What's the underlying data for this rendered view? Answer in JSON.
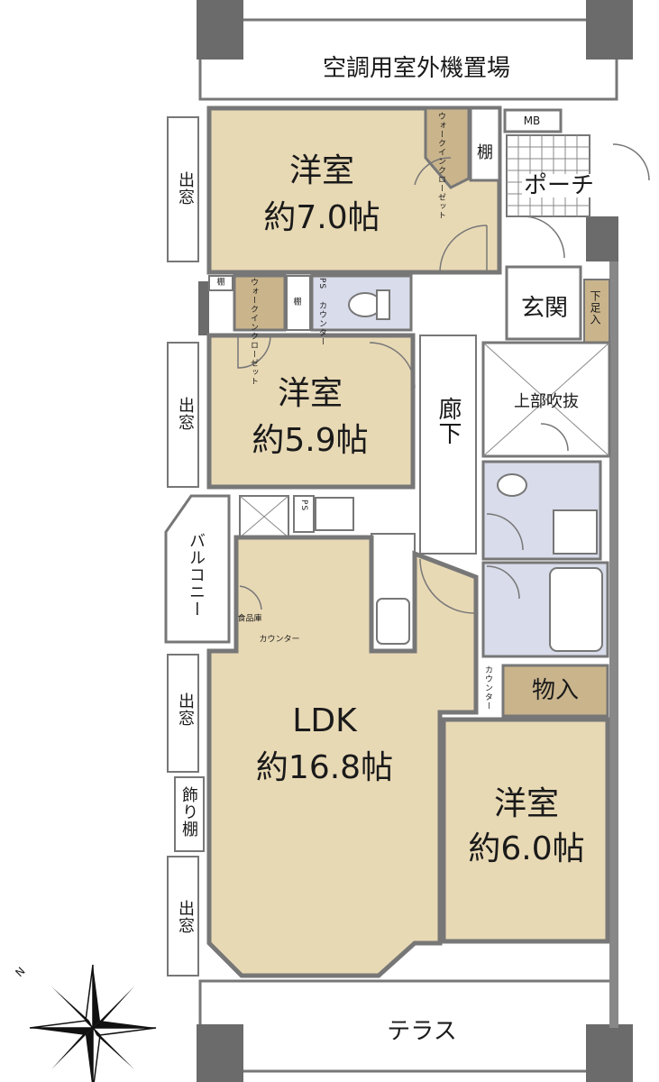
{
  "plan": {
    "rooms": {
      "western1": {
        "name": "洋室",
        "size": "約7.0帖"
      },
      "western2": {
        "name": "洋室",
        "size": "約5.9帖"
      },
      "western3": {
        "name": "洋室",
        "size": "約6.0帖"
      },
      "ldk": {
        "name": "LDK",
        "size": "約16.8帖"
      }
    },
    "labels": {
      "ac_outdoor": "空調用室外機置場",
      "terrace": "テラス",
      "porch": "ポーチ",
      "entrance": "玄関",
      "shoe_box": "下足入",
      "corridor": "廊下",
      "void_above": "上部吹抜",
      "storage": "物入",
      "balcony": "バルコニー",
      "bay_window": "出窓",
      "shelf": "棚",
      "shelf_small": "棚",
      "wic": "ウォークインクローゼット",
      "counter": "カウンター",
      "pantry": "食品庫",
      "decor_shelf": "飾り棚",
      "ps": "PS",
      "mb": "MB",
      "north": "N"
    },
    "colors": {
      "room_floor": "#e8d9b5",
      "storage_floor": "#c9b48c",
      "wet_area": "#d9dcea",
      "wall": "#7a7a7a",
      "pillar": "#6b6b6b"
    }
  }
}
